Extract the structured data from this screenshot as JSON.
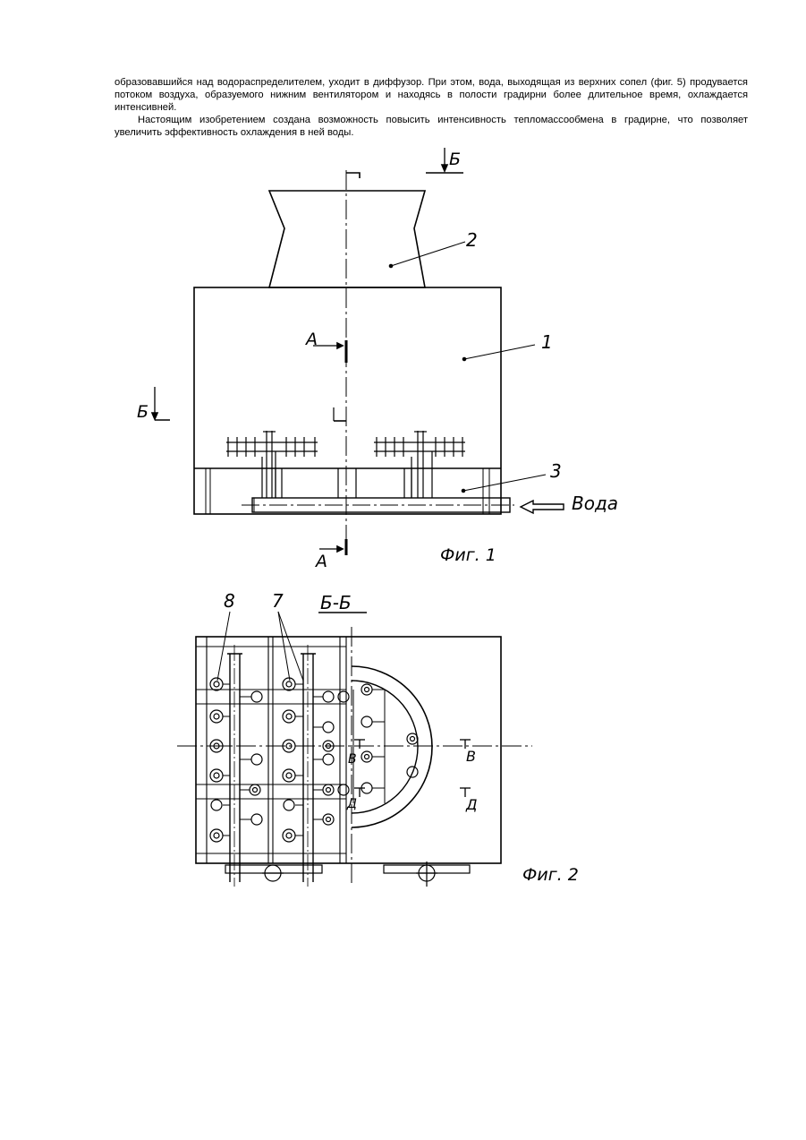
{
  "text": {
    "paragraph_1": "образовавшийся над водораспределителем, уходит в диффузор. При этом, вода, выходящая из верхних сопел (фиг. 5) продувается потоком воздуха, образуемого нижним вентилятором и находясь в полости градирни более длительное время, охлаждается интенсивней.",
    "paragraph_2": "Настоящим изобретением создана возможность повысить интенсивность тепломассообмена в градирне, что позволяет увеличить эффективность охлаждения в ней воды."
  },
  "figure_1": {
    "caption": "Фиг. 1",
    "label_1": "1",
    "label_2": "2",
    "label_3": "3",
    "water_label": "Вода",
    "section_a_top": "А",
    "section_a_bottom": "А",
    "section_b_top": "Б",
    "section_b_left": "Б"
  },
  "figure_2": {
    "caption": "Фиг. 2",
    "section_title": "Б-Б",
    "label_7": "7",
    "label_8": "8",
    "section_v": "В",
    "section_v2": "В",
    "section_d": "Д",
    "section_d2": "Д"
  }
}
